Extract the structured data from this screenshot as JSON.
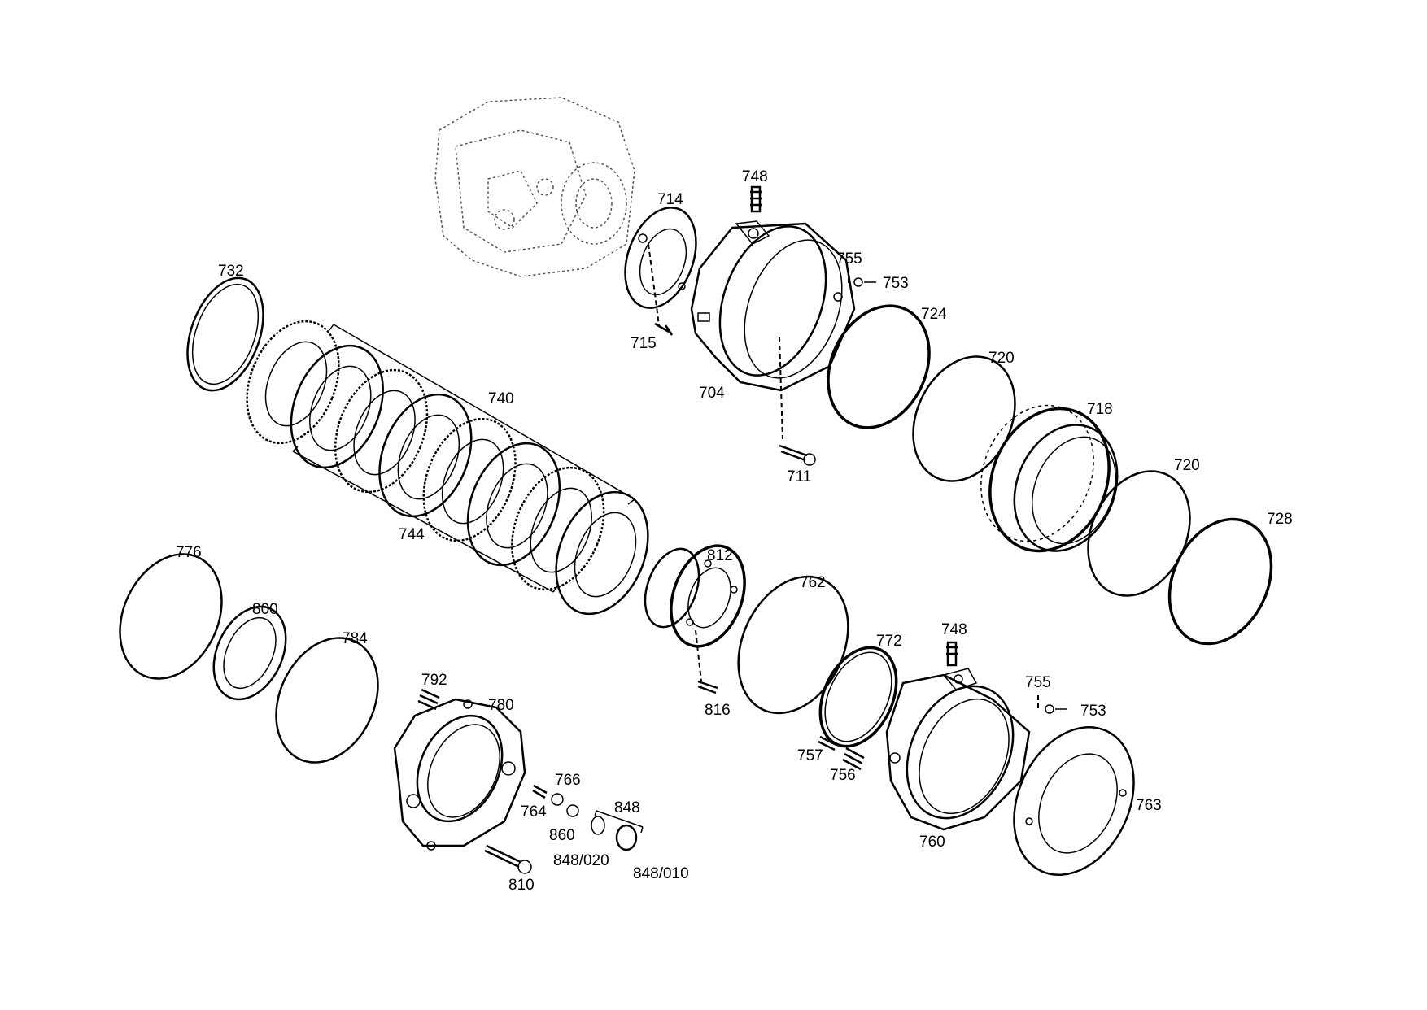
{
  "labels": {
    "l732": "732",
    "l740": "740",
    "l744": "744",
    "l714": "714",
    "l715": "715",
    "l748a": "748",
    "l704": "704",
    "l755a": "755",
    "l753a": "753",
    "l711": "711",
    "l724": "724",
    "l720a": "720",
    "l718": "718",
    "l720b": "720",
    "l728": "728",
    "l776": "776",
    "l800": "800",
    "l784": "784",
    "l812": "812",
    "l816": "816",
    "l762": "762",
    "l772": "772",
    "l748b": "748",
    "l755b": "755",
    "l753b": "753",
    "l757": "757",
    "l756": "756",
    "l760": "760",
    "l763": "763",
    "l792": "792",
    "l780": "780",
    "l766": "766",
    "l764": "764",
    "l860": "860",
    "l848": "848",
    "l848_020": "848/020",
    "l848_010": "848/010",
    "l810": "810"
  }
}
